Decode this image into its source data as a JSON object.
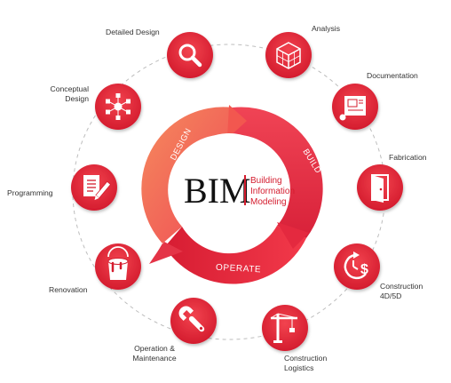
{
  "center": {
    "acronym": "BIM",
    "line1": "Building",
    "line2": "Information",
    "line3": "Modeling"
  },
  "cycle": {
    "design": "DESIGN",
    "build": "BUILD",
    "operate": "OPERATE"
  },
  "stages": [
    {
      "id": "detailed-design",
      "label": "Detailed Design",
      "icon": "magnifier-icon"
    },
    {
      "id": "analysis",
      "label": "Analysis",
      "icon": "cube-icon"
    },
    {
      "id": "documentation",
      "label": "Documentation",
      "icon": "blueprint-icon"
    },
    {
      "id": "fabrication",
      "label": "Fabrication",
      "icon": "door-icon"
    },
    {
      "id": "construction-4d5d",
      "label_lines": [
        "Construction",
        "4D/5D"
      ],
      "icon": "clock-dollar-icon"
    },
    {
      "id": "construction-logistics",
      "label_lines": [
        "Construction",
        "Logistics"
      ],
      "icon": "crane-icon"
    },
    {
      "id": "operation-maintenance",
      "label_lines": [
        "Operation &",
        "Maintenance"
      ],
      "icon": "wrench-icon"
    },
    {
      "id": "renovation",
      "label": "Renovation",
      "icon": "paint-bucket-icon"
    },
    {
      "id": "programming",
      "label": "Programming",
      "icon": "document-pen-icon"
    },
    {
      "id": "conceptual-design",
      "label_lines": [
        "Conceptual",
        "Design"
      ],
      "icon": "network-icon"
    }
  ],
  "colors": {
    "accent_red": "#e8303f",
    "dark_red": "#c11a2c",
    "ring_orange": "#f26a5e",
    "dash_gray": "#bdbdbd"
  }
}
